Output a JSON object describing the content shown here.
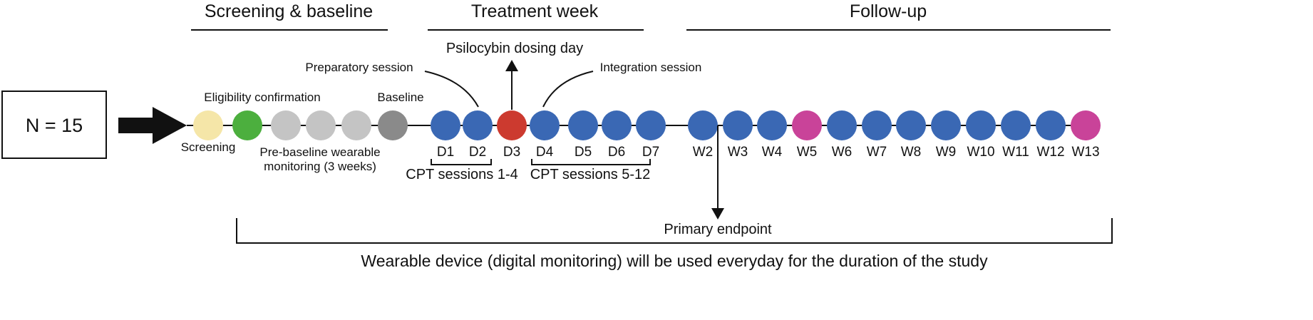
{
  "phases": {
    "screening": "Screening & baseline",
    "treatment": "Treatment week",
    "followup": "Follow-up"
  },
  "sample_size": "N = 15",
  "annotations": {
    "dosing_day": "Psilocybin dosing day",
    "preparatory": "Preparatory session",
    "integration": "Integration session",
    "eligibility": "Eligibility confirmation",
    "baseline": "Baseline",
    "screening": "Screening",
    "prebaseline_line1": "Pre-baseline wearable",
    "prebaseline_line2": "monitoring (3 weeks)",
    "cpt_1_4": "CPT sessions 1-4",
    "cpt_5_12": "CPT sessions 5-12",
    "primary_endpoint": "Primary endpoint",
    "wearable_note": "Wearable device (digital monitoring) will be used everyday for the duration of the study"
  },
  "colors": {
    "screening": "#f5e6a8",
    "eligibility": "#4caf3e",
    "prebaseline": "#c4c4c4",
    "baseline": "#8a8a8a",
    "session": "#3a68b4",
    "dosing": "#cc3a2f",
    "followup_key": "#c94399"
  },
  "nodes": [
    {
      "id": "screening",
      "label": "",
      "color": "screening"
    },
    {
      "id": "eligibility",
      "label": "",
      "color": "eligibility"
    },
    {
      "id": "pre1",
      "label": "",
      "color": "prebaseline"
    },
    {
      "id": "pre2",
      "label": "",
      "color": "prebaseline"
    },
    {
      "id": "pre3",
      "label": "",
      "color": "prebaseline"
    },
    {
      "id": "baseline",
      "label": "",
      "color": "baseline"
    },
    {
      "id": "d1",
      "label": "D1",
      "color": "session"
    },
    {
      "id": "d2",
      "label": "D2",
      "color": "session"
    },
    {
      "id": "d3",
      "label": "D3",
      "color": "dosing"
    },
    {
      "id": "d4",
      "label": "D4",
      "color": "session"
    },
    {
      "id": "d5",
      "label": "D5",
      "color": "session"
    },
    {
      "id": "d6",
      "label": "D6",
      "color": "session"
    },
    {
      "id": "d7",
      "label": "D7",
      "color": "session"
    },
    {
      "id": "w2",
      "label": "W2",
      "color": "session"
    },
    {
      "id": "w3",
      "label": "W3",
      "color": "session"
    },
    {
      "id": "w4",
      "label": "W4",
      "color": "session"
    },
    {
      "id": "w5",
      "label": "W5",
      "color": "followup_key"
    },
    {
      "id": "w6",
      "label": "W6",
      "color": "session"
    },
    {
      "id": "w7",
      "label": "W7",
      "color": "session"
    },
    {
      "id": "w8",
      "label": "W8",
      "color": "session"
    },
    {
      "id": "w9",
      "label": "W9",
      "color": "session"
    },
    {
      "id": "w10",
      "label": "W10",
      "color": "session"
    },
    {
      "id": "w11",
      "label": "W11",
      "color": "session"
    },
    {
      "id": "w12",
      "label": "W12",
      "color": "session"
    },
    {
      "id": "w13",
      "label": "W13",
      "color": "followup_key"
    }
  ]
}
